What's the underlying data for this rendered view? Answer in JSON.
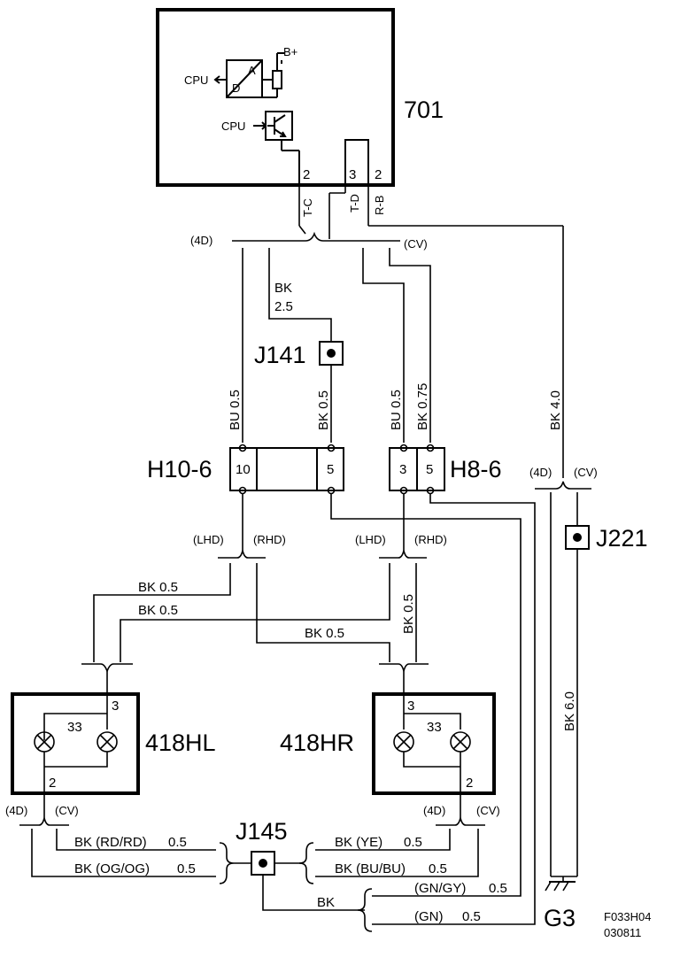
{
  "components": {
    "ecu": "701",
    "lamp_left": "418HL",
    "lamp_right": "418HR",
    "connector_left": "H10-6",
    "connector_right": "H8-6",
    "splice_j141": "J141",
    "splice_j221": "J221",
    "splice_j145": "J145",
    "ground": "G3"
  },
  "ecu_internals": {
    "cpu_in": "CPU",
    "cpu_out": "CPU",
    "adc_a": "A",
    "adc_d": "D",
    "bplus": "B+",
    "pin_tc": "2",
    "pin_td": "3",
    "pin_rb": "2",
    "sig_tc": "T-C",
    "sig_td": "T-D",
    "sig_rb": "R-B"
  },
  "variants": {
    "four_door": "(4D)",
    "convertible": "(CV)",
    "lhd": "(LHD)",
    "rhd": "(RHD)"
  },
  "wires": {
    "bk": "BK",
    "bk25_size": "2.5",
    "bu05": "BU 0.5",
    "bk05": "BK 0.5",
    "bk075": "BK 0.75",
    "bk40": "BK 4.0",
    "bk60": "BK 6.0",
    "bk_rd": "BK (RD/RD)",
    "bk_og": "BK (OG/OG)",
    "bk_ye": "BK (YE)",
    "bk_bu": "BK (BU/BU)",
    "gn_gy": "(GN/GY)",
    "gn": "(GN)",
    "size05": "0.5"
  },
  "pins": {
    "h10_a": "10",
    "h10_b": "5",
    "h8_a": "3",
    "h8_b": "5",
    "lamp_pin3": "3",
    "lamp_pin2": "2",
    "lamp_internal": "33"
  },
  "footer": {
    "code": "F033H04",
    "date": "030811"
  }
}
